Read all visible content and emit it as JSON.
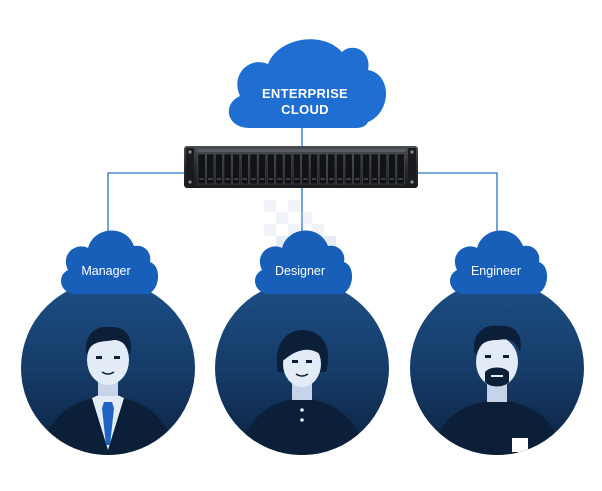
{
  "cloud": {
    "line1": "ENTERPRISE",
    "line2": "CLOUD"
  },
  "users": [
    {
      "label": "Manager"
    },
    {
      "label": "Designer"
    },
    {
      "label": "Engineer"
    }
  ],
  "colors": {
    "cloud_blue": "#1e6fd1",
    "node_blue": "#175fb8",
    "line_blue": "#2a74c9",
    "circle_top": "#1d4f86",
    "circle_bottom": "#0e2541",
    "person_dark": "#0c1f38",
    "skin": "#e2ebf6",
    "server_body": "#2b2d31"
  }
}
